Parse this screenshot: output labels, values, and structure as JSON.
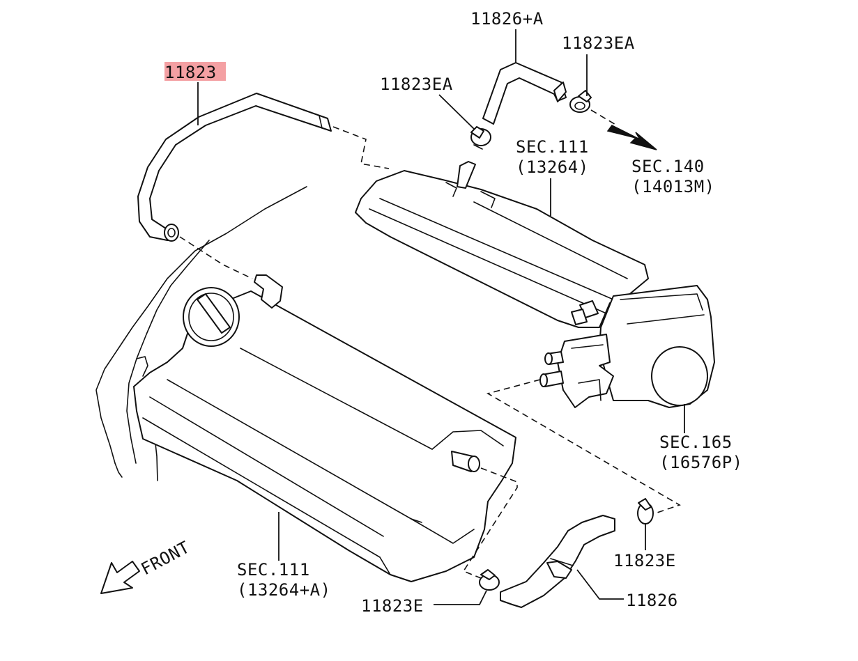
{
  "highlight_color": "#f4a0a3",
  "labels": {
    "hose_top_left": "11823",
    "hose_top_right": "11826+A",
    "clamp_top_right": "11823EA",
    "clamp_top_mid": "11823EA",
    "sec111_top_a": "SEC.111",
    "sec111_top_b": "(13264)",
    "sec140_a": "SEC.140",
    "sec140_b": "(14013M)",
    "sec165_a": "SEC.165",
    "sec165_b": "(16576P)",
    "clamp_lower_right": "11823E",
    "hose_lower": "11826",
    "clamp_lower_left": "11823E",
    "sec111_low_a": "SEC.111",
    "sec111_low_b": "(13264+A)",
    "front": "FRONT"
  }
}
